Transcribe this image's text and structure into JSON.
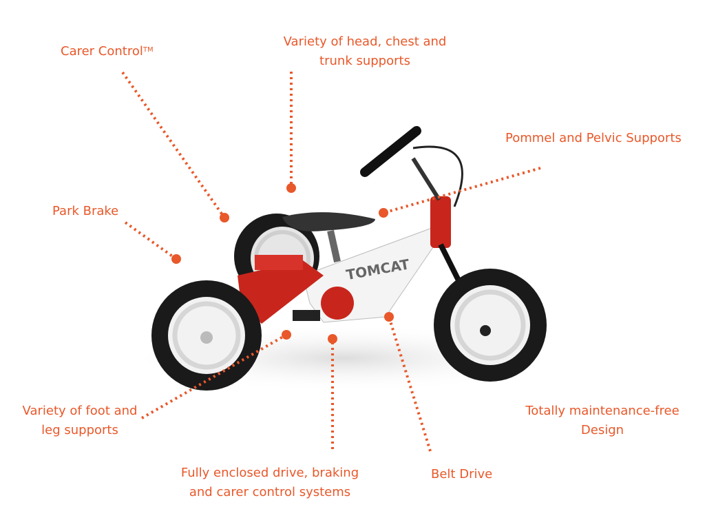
{
  "colors": {
    "accent": "#e8582a",
    "frame_red": "#c8261c"
  },
  "product": {
    "logo_text": "TOMCAT"
  },
  "callouts": [
    {
      "id": "carer-control",
      "text": "Carer Control",
      "sup": "TM"
    },
    {
      "id": "head-supports",
      "line1": "Variety of head, chest and",
      "line2": "trunk supports"
    },
    {
      "id": "pommel",
      "text": "Pommel and Pelvic Supports"
    },
    {
      "id": "park-brake",
      "text": "Park Brake"
    },
    {
      "id": "foot-supports",
      "line1": "Variety of foot and",
      "line2": "leg supports"
    },
    {
      "id": "enclosed-drive",
      "line1": "Fully enclosed drive, braking",
      "line2": "and carer control systems"
    },
    {
      "id": "belt-drive",
      "text": "Belt Drive"
    },
    {
      "id": "maintenance-free",
      "line1": "Totally maintenance-free",
      "line2": "Design"
    }
  ]
}
